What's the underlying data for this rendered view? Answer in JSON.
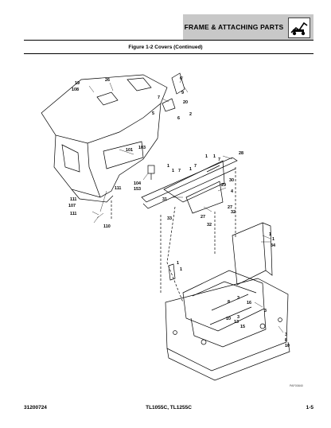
{
  "header": {
    "title": "FRAME & ATTACHING PARTS"
  },
  "figure": {
    "title": "Figure 1-2 Covers (Continued)",
    "code": "PAF00840"
  },
  "callouts": [
    "19",
    "108",
    "26",
    "6",
    "9",
    "7",
    "20",
    "5",
    "2",
    "6",
    "101",
    "103",
    "104",
    "153",
    "111",
    "111",
    "107",
    "111",
    "110",
    "28",
    "1",
    "1",
    "7",
    "1",
    "1",
    "7",
    "1",
    "7",
    "30",
    "29",
    "4",
    "31",
    "27",
    "32",
    "33",
    "27",
    "32",
    "1",
    "1",
    "34",
    "1",
    "1",
    "3",
    "8",
    "16",
    "3",
    "10",
    "13",
    "15",
    "3",
    "3",
    "8",
    "10"
  ],
  "footer": {
    "doc_number": "31200724",
    "models": "TL1055C, TL1255C",
    "page": "1-5"
  }
}
